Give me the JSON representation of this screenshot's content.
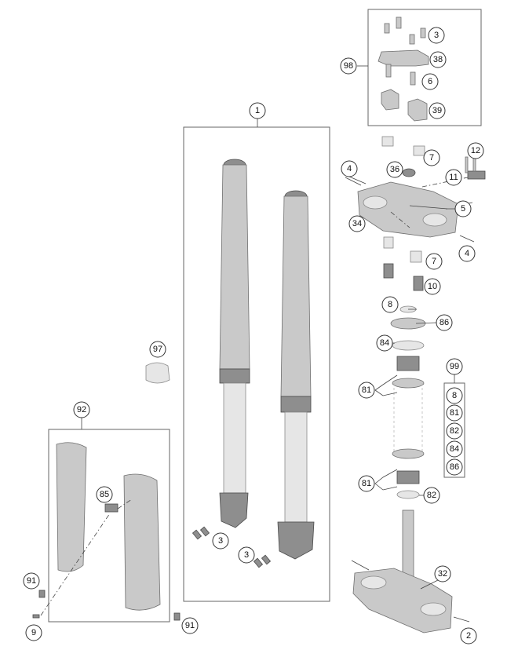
{
  "callouts": [
    {
      "id": "c98",
      "label": "98"
    },
    {
      "id": "c3a",
      "label": "3"
    },
    {
      "id": "c38",
      "label": "38"
    },
    {
      "id": "c6",
      "label": "6"
    },
    {
      "id": "c39",
      "label": "39"
    },
    {
      "id": "c1",
      "label": "1"
    },
    {
      "id": "c7a",
      "label": "7"
    },
    {
      "id": "c12",
      "label": "12"
    },
    {
      "id": "c11",
      "label": "11"
    },
    {
      "id": "c4a",
      "label": "4"
    },
    {
      "id": "c36",
      "label": "36"
    },
    {
      "id": "c5",
      "label": "5"
    },
    {
      "id": "c34",
      "label": "34"
    },
    {
      "id": "c4b",
      "label": "4"
    },
    {
      "id": "c7b",
      "label": "7"
    },
    {
      "id": "c10",
      "label": "10"
    },
    {
      "id": "c8a",
      "label": "8"
    },
    {
      "id": "c86a",
      "label": "86"
    },
    {
      "id": "c84a",
      "label": "84"
    },
    {
      "id": "c97",
      "label": "97"
    },
    {
      "id": "c99",
      "label": "99"
    },
    {
      "id": "c81a",
      "label": "81"
    },
    {
      "id": "c8b",
      "label": "8"
    },
    {
      "id": "c81b",
      "label": "81"
    },
    {
      "id": "c82a",
      "label": "82"
    },
    {
      "id": "c84b",
      "label": "84"
    },
    {
      "id": "c86b",
      "label": "86"
    },
    {
      "id": "c92",
      "label": "92"
    },
    {
      "id": "c81c",
      "label": "81"
    },
    {
      "id": "c82b",
      "label": "82"
    },
    {
      "id": "c85",
      "label": "85"
    },
    {
      "id": "c3b",
      "label": "3"
    },
    {
      "id": "c3c",
      "label": "3"
    },
    {
      "id": "c32",
      "label": "32"
    },
    {
      "id": "c91a",
      "label": "91"
    },
    {
      "id": "c9",
      "label": "9"
    },
    {
      "id": "c91b",
      "label": "91"
    },
    {
      "id": "c2",
      "label": "2"
    }
  ]
}
